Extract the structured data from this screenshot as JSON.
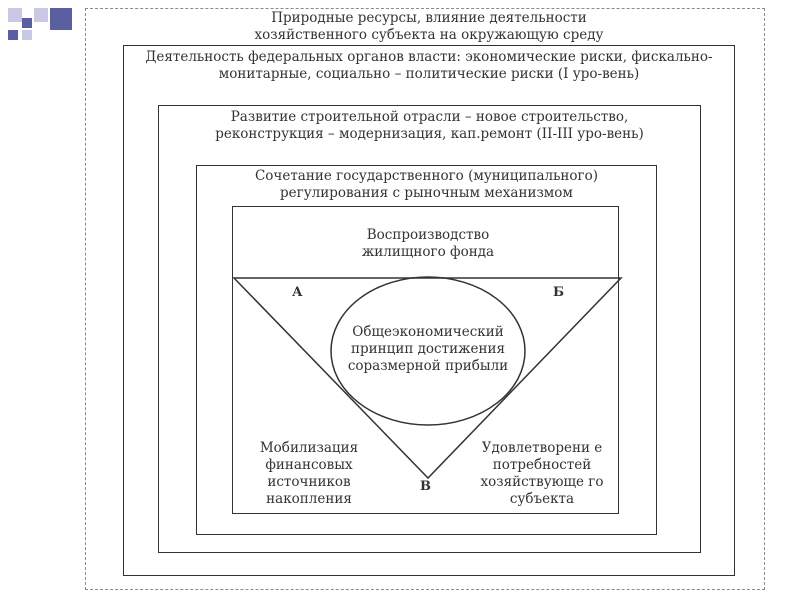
{
  "levels": {
    "level1": "Природные ресурсы, влияние деятельности хозяйственного субъекта на окружающую среду",
    "level2": "Деятельность федеральных органов власти: экономические риски, фискально-монитарные, социально – политические риски (I уро-вень)",
    "level3": "Развитие строительной отрасли – новое строительство, реконструкция – модернизация, кап.ремонт (II-III уро-вень)",
    "level4": "Сочетание государственного (муниципального) регулирования с рыночным механизмом"
  },
  "inner": {
    "top": "Воспроизводство жилищного фонда",
    "center": "Общеэкономический принцип достижения соразмерной прибыли",
    "bottom_left": "Мобилизация финансовых источников накопления",
    "bottom_right": "Удовлетворени е потребностей хозяйствующе го субъекта",
    "letter_a": "А",
    "letter_b": "Б",
    "letter_v": "В"
  },
  "colors": {
    "square_light": "#c9c9e6",
    "square_dark": "#5a5fa0",
    "line": "#333333",
    "frame": "#8a8a8a"
  }
}
